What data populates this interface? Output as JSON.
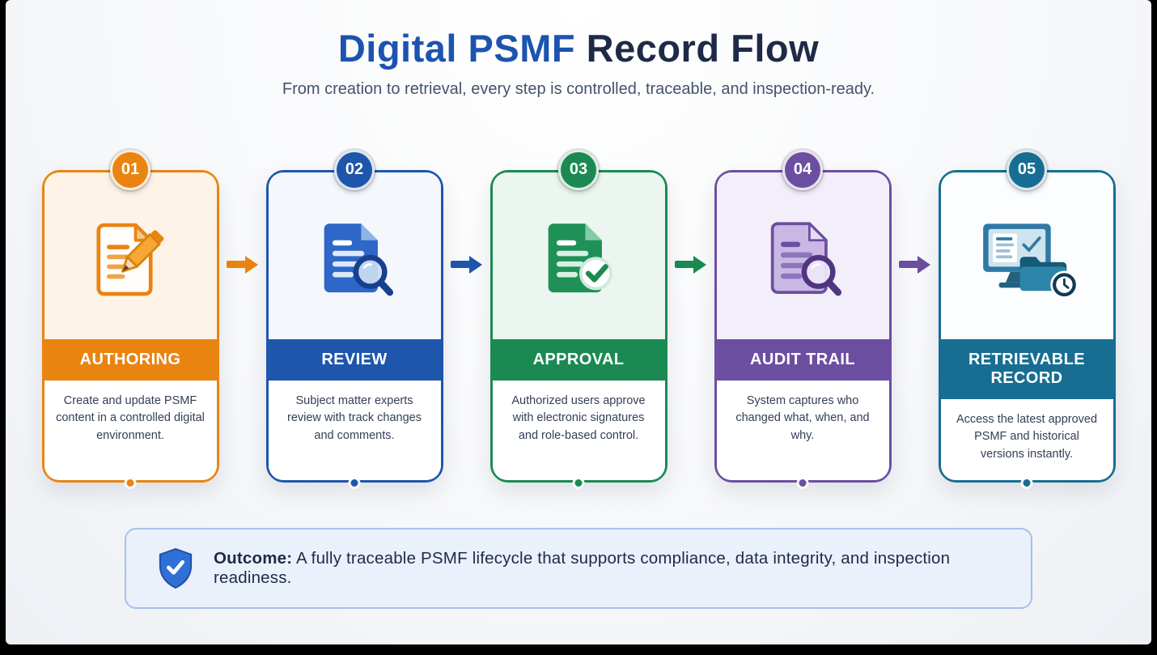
{
  "page": {
    "title_primary": "Digital PSMF",
    "title_secondary": " Record Flow",
    "subtitle": "From creation to retrieval, every step is controlled, traceable, and inspection-ready."
  },
  "colors": {
    "title_primary": "#1D53B0",
    "title_secondary": "#1E2A47",
    "subtitle": "#44536B",
    "background": "#F6F7F9"
  },
  "steps": [
    {
      "number": "01",
      "title": "AUTHORING",
      "description": "Create and update PSMF content in a controlled digital environment.",
      "color": "#E98411",
      "tint": "#FDF4E7",
      "icon": "document-pencil-icon"
    },
    {
      "number": "02",
      "title": "REVIEW",
      "description": "Subject matter experts review with track changes and comments.",
      "color": "#1E56AC",
      "tint": "#F4F8FD",
      "icon": "document-magnifier-icon"
    },
    {
      "number": "03",
      "title": "APPROVAL",
      "description": "Authorized users approve with electronic signatures and role-based control.",
      "color": "#1B8A52",
      "tint": "#EBF6F0",
      "icon": "document-check-icon"
    },
    {
      "number": "04",
      "title": "AUDIT TRAIL",
      "description": "System captures who changed what, when, and why.",
      "color": "#6C4EA1",
      "tint": "#F3EFFA",
      "icon": "document-audit-magnifier-icon"
    },
    {
      "number": "05",
      "title": "RETRIEVABLE RECORD",
      "description": "Access the latest approved PSMF and historical versions instantly.",
      "color": "#176E92",
      "tint": "#FBFDFE",
      "icon": "monitor-archive-clock-icon"
    }
  ],
  "arrows": [
    {
      "color": "#E98411"
    },
    {
      "color": "#1E56AC"
    },
    {
      "color": "#1B8A52"
    },
    {
      "color": "#6C4EA1"
    }
  ],
  "outcome": {
    "label": "Outcome:",
    "text": " A fully traceable PSMF lifecycle that supports compliance, data integrity, and inspection readiness.",
    "icon": "shield-check-icon",
    "background": "#EAF1FB",
    "border": "#A6C1EA",
    "accent": "#2F6FD6"
  }
}
